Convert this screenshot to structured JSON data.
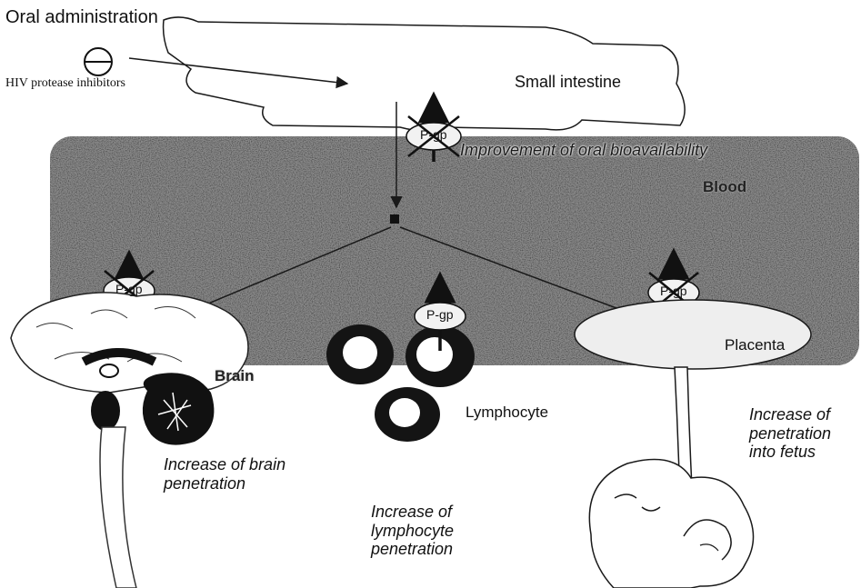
{
  "labels": {
    "oral_administration": "Oral administration",
    "hiv_protease_inhibitors": "HIV protease inhibitors",
    "small_intestine": "Small intestine",
    "improvement_oral": "Improvement of oral bioavailability",
    "blood": "Blood",
    "placenta": "Placenta",
    "brain": "Brain",
    "lymphocyte": "Lymphocyte",
    "pgp": "P-gp",
    "brain_penetration": "Increase of brain\npenetration",
    "lymphocyte_penetration": "Increase of\nlymphocyte\npenetration",
    "fetus_penetration": "Increase of\npenetration\ninto fetus"
  },
  "colors": {
    "blood_region": "#8c8c8c",
    "cell_dark": "#141414",
    "placenta_fill": "#eeeeee",
    "line": "#1a1a1a"
  },
  "icons": {
    "drug": "circle-minus-icon",
    "pgp_blocked": "pgp-blocked-icon",
    "organ_brain": "brain-icon",
    "organ_fetus": "fetus-icon"
  }
}
